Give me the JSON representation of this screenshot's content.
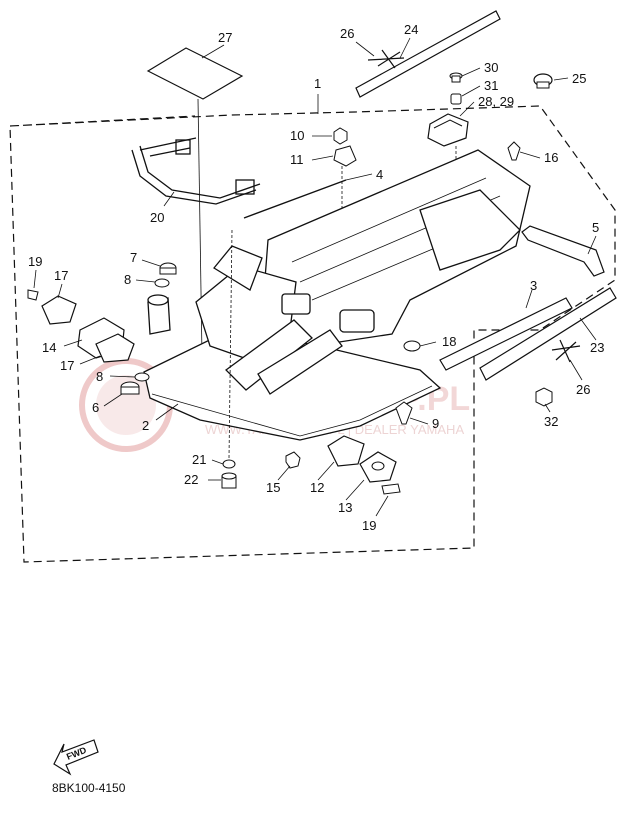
{
  "diagram": {
    "drawing_code": "8BK100-4150",
    "fwd_label": "FWD",
    "watermark": {
      "brand": "YAMA-SKLEP.PL",
      "tagline": "WWW.YAMA-SKLEP.PL | DEALER YAMAHA"
    },
    "callouts": [
      "1",
      "2",
      "3",
      "4",
      "5",
      "6",
      "7",
      "8",
      "8",
      "9",
      "10",
      "11",
      "12",
      "13",
      "14",
      "15",
      "16",
      "17",
      "17",
      "18",
      "19",
      "19",
      "20",
      "21",
      "22",
      "23",
      "24",
      "25",
      "26",
      "26",
      "27",
      "28, 29",
      "30",
      "31",
      "32"
    ]
  }
}
